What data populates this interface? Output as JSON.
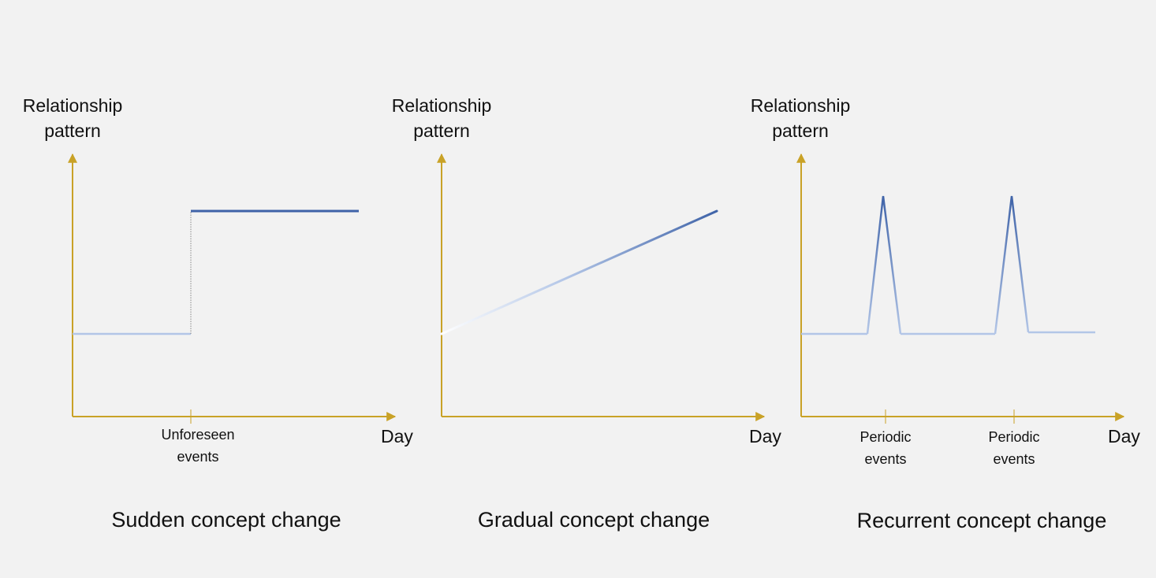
{
  "colors": {
    "axis": "#c9a227",
    "line_dark": "#3f63a8",
    "line_light": "#b3c6e7",
    "background": "#f2f2f2"
  },
  "panels": [
    {
      "kind": "sudden",
      "y_label_line1": "Relationship",
      "y_label_line2": "pattern",
      "x_label": "Day",
      "events": [
        {
          "line1": "Unforeseen",
          "line2": "events"
        }
      ],
      "caption": "Sudden concept change"
    },
    {
      "kind": "gradual",
      "y_label_line1": "Relationship",
      "y_label_line2": "pattern",
      "x_label": "Day",
      "events": [],
      "caption": "Gradual concept change"
    },
    {
      "kind": "recurrent",
      "y_label_line1": "Relationship",
      "y_label_line2": "pattern",
      "x_label": "Day",
      "events": [
        {
          "line1": "Periodic",
          "line2": "events"
        },
        {
          "line1": "Periodic",
          "line2": "events"
        }
      ],
      "caption": "Recurrent concept change"
    }
  ]
}
